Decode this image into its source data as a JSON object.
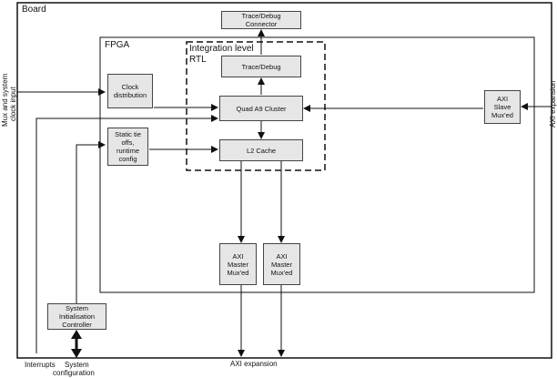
{
  "board": {
    "label": "Board"
  },
  "fpga": {
    "label": "FPGA"
  },
  "integration": {
    "label": "Integration level",
    "rtl": "RTL"
  },
  "blocks": {
    "trace_connector": [
      "Trace/Debug",
      "Connector"
    ],
    "trace_debug": [
      "Trace/Debug"
    ],
    "clock": [
      "Clock",
      "distribution"
    ],
    "quad": [
      "Quad A9 Cluster"
    ],
    "static_tie": [
      "Static tie",
      "offs,",
      "runtime",
      "config"
    ],
    "l2": [
      "L2 Cache"
    ],
    "axi_slave": [
      "AXI",
      "Slave",
      "Mux'ed"
    ],
    "axi_master_1": [
      "AXI",
      "Master",
      "Mux'ed"
    ],
    "axi_master_2": [
      "AXI",
      "Master",
      "Mux'ed"
    ],
    "sys_init": [
      "System",
      "Initialisation",
      "Controller"
    ]
  },
  "labels": {
    "mux_clock_line1": "Mux and system",
    "mux_clock_line2": "clock input",
    "axi_expansion_right": "AXI expansion",
    "interrupts": "Interrupts",
    "sys_config_line1": "System",
    "sys_config_line2": "configuration",
    "axi_expansion_bottom": "AXI expansion"
  }
}
